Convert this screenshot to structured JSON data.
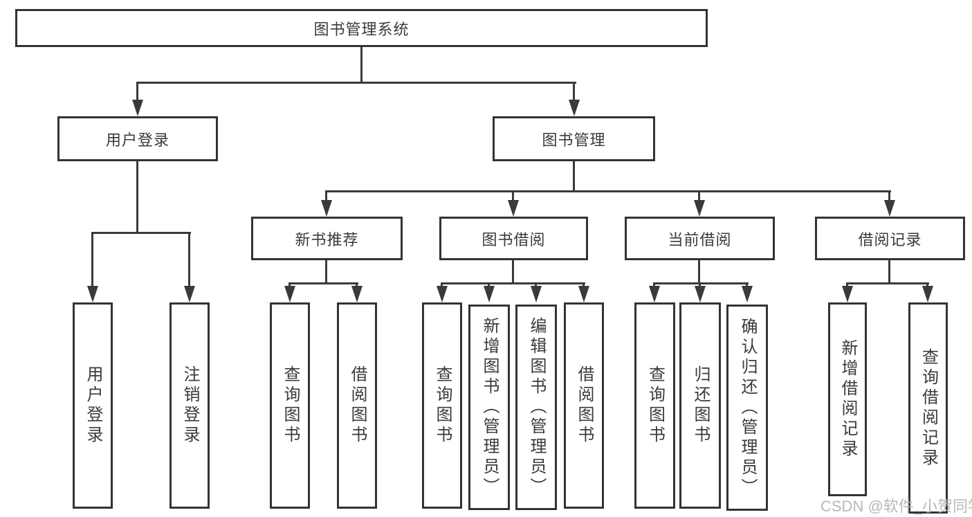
{
  "tree": {
    "root": {
      "label": "图书管理系统"
    },
    "children": [
      {
        "label": "用户登录",
        "children": [
          {
            "label": "用户登录"
          },
          {
            "label": "注销登录"
          }
        ]
      },
      {
        "label": "图书管理",
        "children": [
          {
            "label": "新书推荐",
            "children": [
              {
                "label": "查询图书"
              },
              {
                "label": "借阅图书"
              }
            ]
          },
          {
            "label": "图书借阅",
            "children": [
              {
                "label": "查询图书"
              },
              {
                "label": "新增图书（管理员）"
              },
              {
                "label": "编辑图书（管理员）"
              },
              {
                "label": "借阅图书"
              }
            ]
          },
          {
            "label": "当前借阅",
            "children": [
              {
                "label": "查询图书"
              },
              {
                "label": "归还图书"
              },
              {
                "label": "确认归还（管理员）"
              }
            ]
          },
          {
            "label": "借阅记录",
            "children": [
              {
                "label": "新增借阅记录"
              },
              {
                "label": "查询借阅记录"
              }
            ]
          }
        ]
      }
    ]
  },
  "watermark": {
    "text": "CSDN @软件_小贺同学"
  },
  "colors": {
    "line": "#3a3a3a",
    "box_border": "#333333",
    "text": "#3a3a3a",
    "watermark": "#b2b2b2",
    "background": "#ffffff"
  }
}
